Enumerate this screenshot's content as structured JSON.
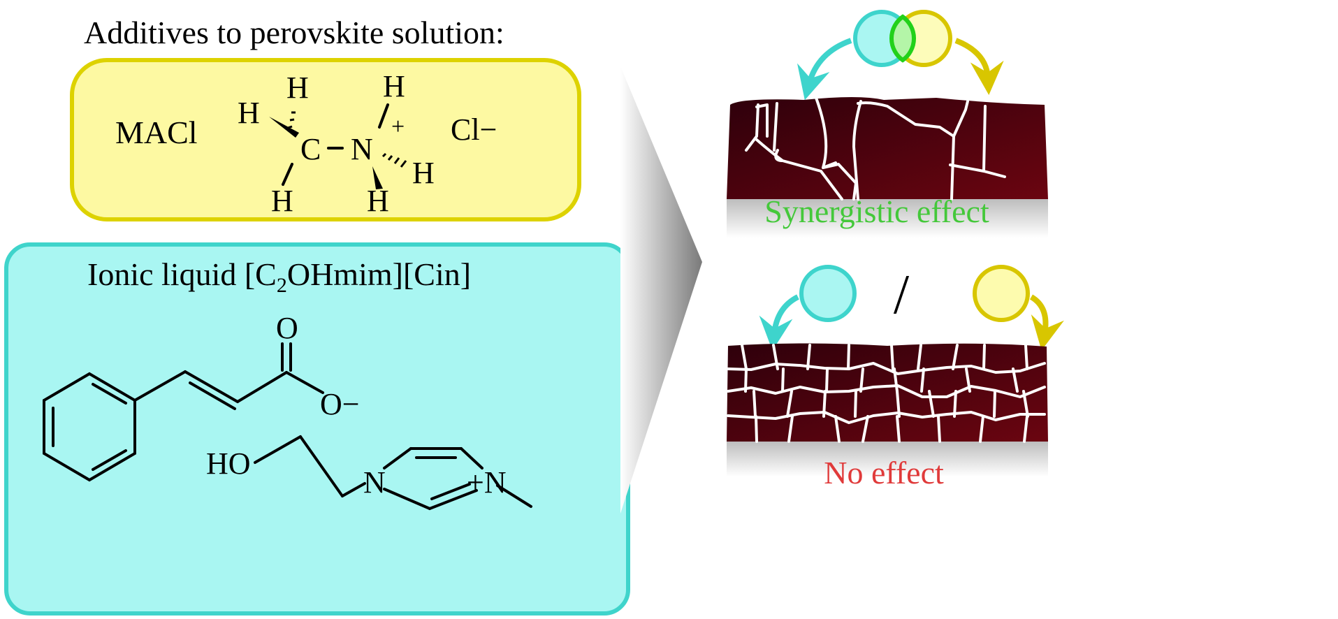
{
  "title": "Additives to perovskite solution:",
  "maci_box": {
    "label": "MACl",
    "atoms": {
      "C": "C",
      "N": "N",
      "H": "H",
      "plus": "+",
      "counterion": "Cl−"
    }
  },
  "ionic_liquid_box": {
    "label_prefix": "Ionic liquid [C",
    "label_sub": "2",
    "label_suffix": "OHmim][Cin]",
    "atoms": {
      "O": "O",
      "O_minus": "O−",
      "HO": "HO",
      "N": "N",
      "N_plus": "+N",
      "plus": "+"
    }
  },
  "outcomes": {
    "synergistic": "Synergistic effect",
    "none": "No effect",
    "separator": "/"
  },
  "colors": {
    "yellow_fill": "#fdf9a2",
    "yellow_stroke": "#ddd200",
    "cyan_fill": "#a9f6f2",
    "cyan_stroke": "#3fd4cb",
    "green_text": "#44c83a",
    "red_text": "#e03a3a",
    "grain": "#4a0010"
  }
}
